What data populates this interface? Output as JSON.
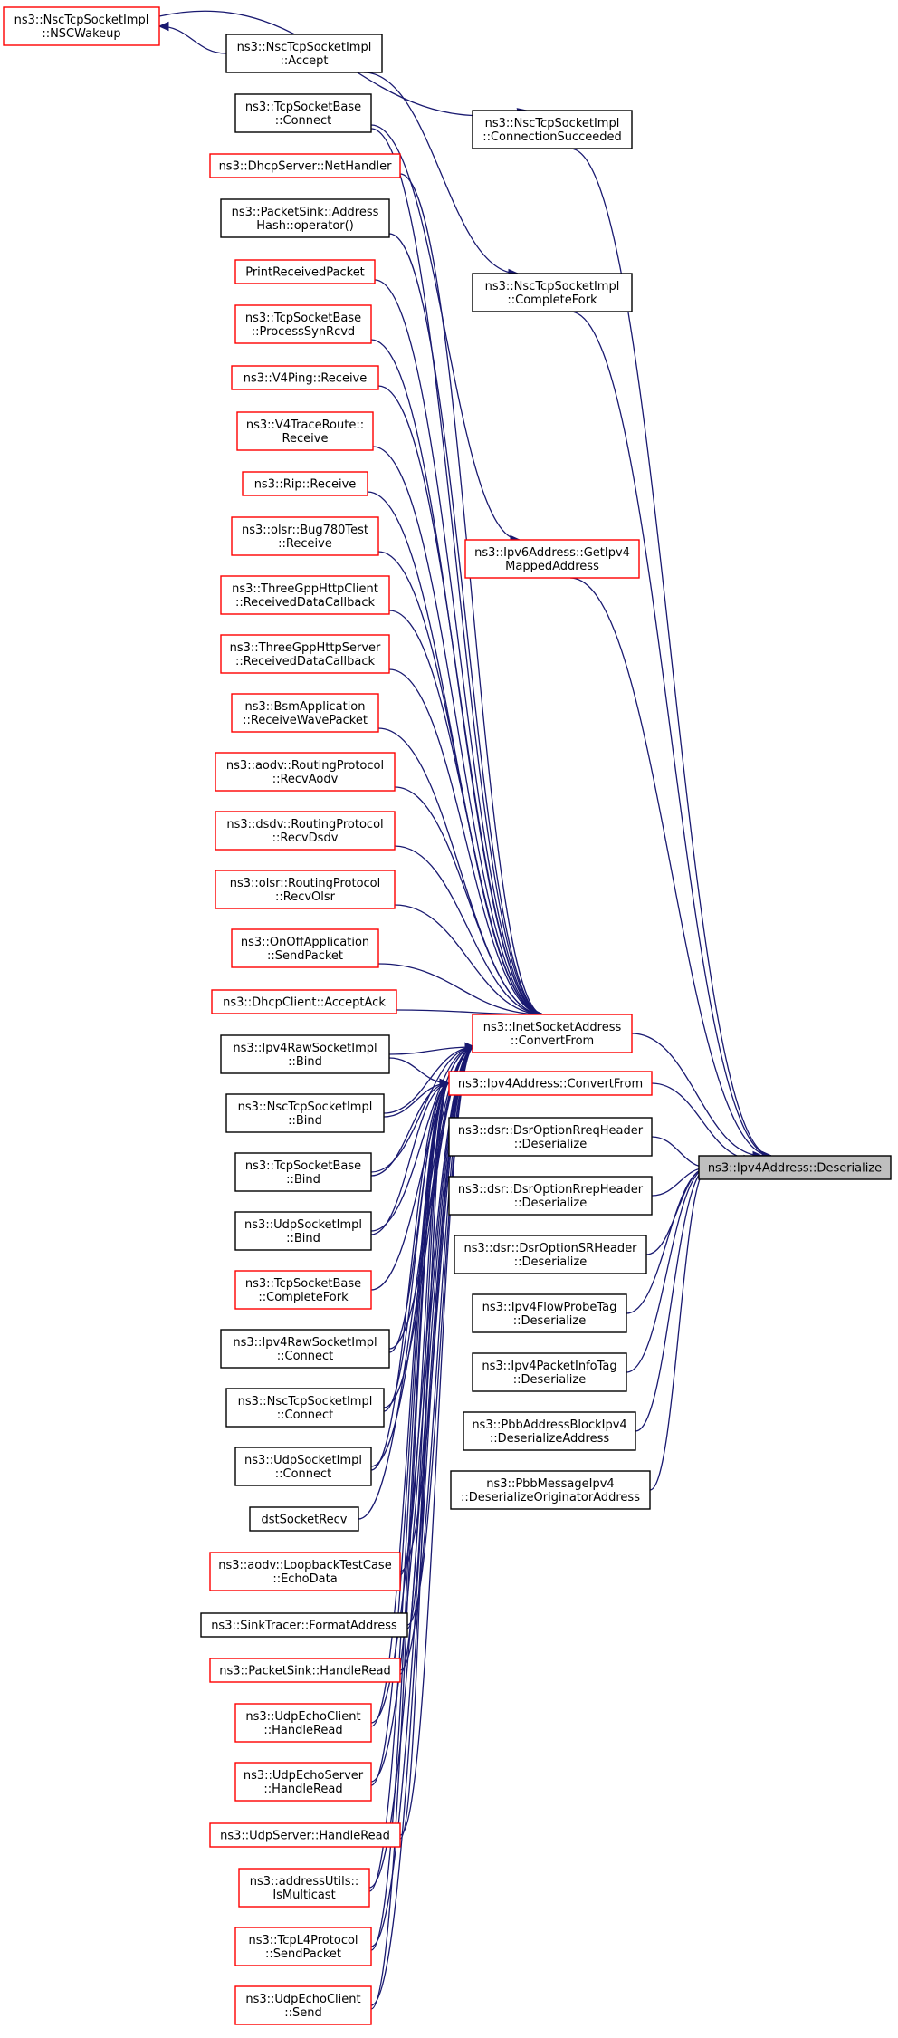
{
  "colors": {
    "edge": "#191970",
    "node_red": "#ff0000",
    "node_black": "#000000",
    "focus_fill": "#bfbfbf"
  },
  "target": {
    "id": "target",
    "lines": [
      "ns3::Ipv4Address::Deserialize"
    ]
  },
  "hub": {
    "id": "hub",
    "lines": [
      "ns3::InetSocketAddress",
      "::ConvertFrom"
    ]
  },
  "nodes": [
    {
      "id": "nscwakeup",
      "lines": [
        "ns3::NscTcpSocketImpl",
        "::NSCWakeup"
      ],
      "border": "red"
    },
    {
      "id": "nscaccept",
      "lines": [
        "ns3::NscTcpSocketImpl",
        "::Accept"
      ],
      "border": "black"
    },
    {
      "id": "tcpbaseconnect",
      "lines": [
        "ns3::TcpSocketBase",
        "::Connect"
      ],
      "border": "black"
    },
    {
      "id": "dhcpserver",
      "lines": [
        "ns3::DhcpServer::NetHandler"
      ],
      "border": "red"
    },
    {
      "id": "packetsinkhash",
      "lines": [
        "ns3::PacketSink::Address",
        "Hash::operator()"
      ],
      "border": "black"
    },
    {
      "id": "printreceived",
      "lines": [
        "PrintReceivedPacket"
      ],
      "border": "red"
    },
    {
      "id": "processsynrcvd",
      "lines": [
        "ns3::TcpSocketBase",
        "::ProcessSynRcvd"
      ],
      "border": "red"
    },
    {
      "id": "v4ping",
      "lines": [
        "ns3::V4Ping::Receive"
      ],
      "border": "red"
    },
    {
      "id": "v4trace",
      "lines": [
        "ns3::V4TraceRoute::",
        "Receive"
      ],
      "border": "red"
    },
    {
      "id": "rip",
      "lines": [
        "ns3::Rip::Receive"
      ],
      "border": "red"
    },
    {
      "id": "bug780",
      "lines": [
        "ns3::olsr::Bug780Test",
        "::Receive"
      ],
      "border": "red"
    },
    {
      "id": "httpclient",
      "lines": [
        "ns3::ThreeGppHttpClient",
        "::ReceivedDataCallback"
      ],
      "border": "red"
    },
    {
      "id": "httpserver",
      "lines": [
        "ns3::ThreeGppHttpServer",
        "::ReceivedDataCallback"
      ],
      "border": "red"
    },
    {
      "id": "bsm",
      "lines": [
        "ns3::BsmApplication",
        "::ReceiveWavePacket"
      ],
      "border": "red"
    },
    {
      "id": "aodvrecv",
      "lines": [
        "ns3::aodv::RoutingProtocol",
        "::RecvAodv"
      ],
      "border": "red"
    },
    {
      "id": "dsdvrecv",
      "lines": [
        "ns3::dsdv::RoutingProtocol",
        "::RecvDsdv"
      ],
      "border": "red"
    },
    {
      "id": "olsrrecv",
      "lines": [
        "ns3::olsr::RoutingProtocol",
        "::RecvOlsr"
      ],
      "border": "red"
    },
    {
      "id": "onoff",
      "lines": [
        "ns3::OnOffApplication",
        "::SendPacket"
      ],
      "border": "red"
    },
    {
      "id": "dhcpclient",
      "lines": [
        "ns3::DhcpClient::AcceptAck"
      ],
      "border": "red"
    },
    {
      "id": "ipv4rawbind",
      "lines": [
        "ns3::Ipv4RawSocketImpl",
        "::Bind"
      ],
      "border": "black"
    },
    {
      "id": "nscbind",
      "lines": [
        "ns3::NscTcpSocketImpl",
        "::Bind"
      ],
      "border": "black"
    },
    {
      "id": "tcpbasebind",
      "lines": [
        "ns3::TcpSocketBase",
        "::Bind"
      ],
      "border": "black"
    },
    {
      "id": "udpbind",
      "lines": [
        "ns3::UdpSocketImpl",
        "::Bind"
      ],
      "border": "black"
    },
    {
      "id": "tcpcompletefork",
      "lines": [
        "ns3::TcpSocketBase",
        "::CompleteFork"
      ],
      "border": "red"
    },
    {
      "id": "ipv4rawconnect",
      "lines": [
        "ns3::Ipv4RawSocketImpl",
        "::Connect"
      ],
      "border": "black"
    },
    {
      "id": "nscconnect",
      "lines": [
        "ns3::NscTcpSocketImpl",
        "::Connect"
      ],
      "border": "black"
    },
    {
      "id": "udpconnect",
      "lines": [
        "ns3::UdpSocketImpl",
        "::Connect"
      ],
      "border": "black"
    },
    {
      "id": "dstsocket",
      "lines": [
        "dstSocketRecv"
      ],
      "border": "black"
    },
    {
      "id": "loopback",
      "lines": [
        "ns3::aodv::LoopbackTestCase",
        "::EchoData"
      ],
      "border": "red"
    },
    {
      "id": "sinktracer",
      "lines": [
        "ns3::SinkTracer::FormatAddress"
      ],
      "border": "black"
    },
    {
      "id": "packetsinkread",
      "lines": [
        "ns3::PacketSink::HandleRead"
      ],
      "border": "red"
    },
    {
      "id": "echoclientread",
      "lines": [
        "ns3::UdpEchoClient",
        "::HandleRead"
      ],
      "border": "red"
    },
    {
      "id": "echoserverread",
      "lines": [
        "ns3::UdpEchoServer",
        "::HandleRead"
      ],
      "border": "red"
    },
    {
      "id": "udpserverread",
      "lines": [
        "ns3::UdpServer::HandleRead"
      ],
      "border": "red"
    },
    {
      "id": "ismulticast",
      "lines": [
        "ns3::addressUtils::",
        "IsMulticast"
      ],
      "border": "red"
    },
    {
      "id": "tcpl4send",
      "lines": [
        "ns3::TcpL4Protocol",
        "::SendPacket"
      ],
      "border": "red"
    },
    {
      "id": "echoclientsend",
      "lines": [
        "ns3::UdpEchoClient",
        "::Send"
      ],
      "border": "red"
    },
    {
      "id": "connsucceeded",
      "lines": [
        "ns3::NscTcpSocketImpl",
        "::ConnectionSucceeded"
      ],
      "border": "black"
    },
    {
      "id": "completefork",
      "lines": [
        "ns3::NscTcpSocketImpl",
        "::CompleteFork"
      ],
      "border": "black"
    },
    {
      "id": "ipv6getipv4",
      "lines": [
        "ns3::Ipv6Address::GetIpv4",
        "MappedAddress"
      ],
      "border": "red"
    },
    {
      "id": "ipv4convert",
      "lines": [
        "ns3::Ipv4Address::ConvertFrom"
      ],
      "border": "red"
    },
    {
      "id": "dsrrreq",
      "lines": [
        "ns3::dsr::DsrOptionRreqHeader",
        "::Deserialize"
      ],
      "border": "black"
    },
    {
      "id": "dsrrrep",
      "lines": [
        "ns3::dsr::DsrOptionRrepHeader",
        "::Deserialize"
      ],
      "border": "black"
    },
    {
      "id": "dsrsr",
      "lines": [
        "ns3::dsr::DsrOptionSRHeader",
        "::Deserialize"
      ],
      "border": "black"
    },
    {
      "id": "flowprobe",
      "lines": [
        "ns3::Ipv4FlowProbeTag",
        "::Deserialize"
      ],
      "border": "black"
    },
    {
      "id": "pktinfotag",
      "lines": [
        "ns3::Ipv4PacketInfoTag",
        "::Deserialize"
      ],
      "border": "black"
    },
    {
      "id": "pbbblock",
      "lines": [
        "ns3::PbbAddressBlockIpv4",
        "::DeserializeAddress"
      ],
      "border": "black"
    },
    {
      "id": "pbbmsg",
      "lines": [
        "ns3::PbbMessageIpv4",
        "::DeserializeOriginatorAddress"
      ],
      "border": "black"
    }
  ]
}
